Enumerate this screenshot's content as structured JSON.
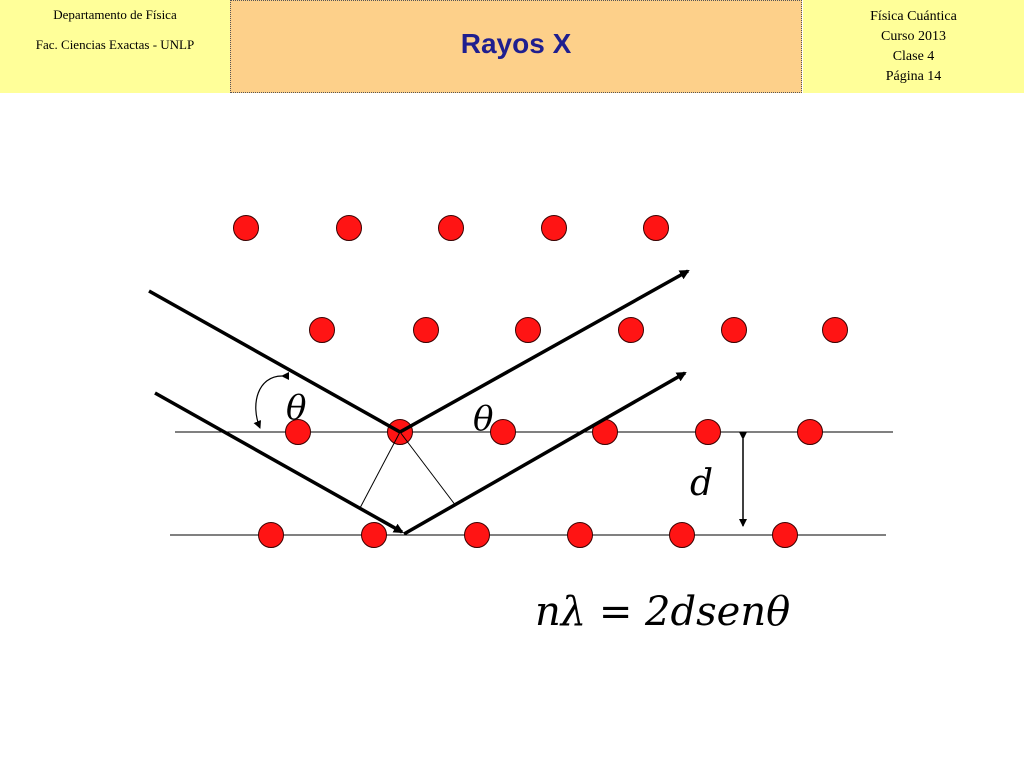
{
  "header": {
    "left": {
      "line1": "Departamento de Física",
      "line2": "Fac. Ciencias Exactas - UNLP"
    },
    "title": "Rayos X",
    "right": {
      "line1": "Física Cuántica",
      "line2": "Curso 2013",
      "line3": "Clase 4",
      "line4": "Página 14"
    }
  },
  "diagram": {
    "theta_symbol": "θ",
    "spacing_symbol": "d",
    "equation": "nλ = 2dsenθ",
    "atom_color": "#ff1414",
    "atom_outline": "#3a0000",
    "ray_color": "#000000"
  },
  "colors": {
    "header_side_bg": "#ffff99",
    "header_title_bg": "#fdd08a",
    "title_text": "#1f1f8f"
  }
}
